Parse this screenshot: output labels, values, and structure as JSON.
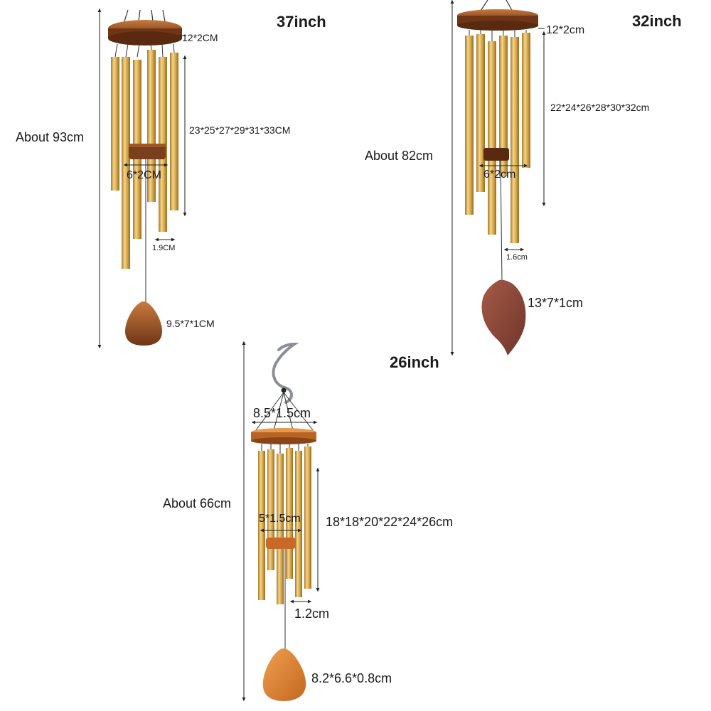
{
  "chimes": [
    {
      "title": "37inch",
      "overall": "About 93cm",
      "top": "12*2CM",
      "tubes": "23*25*27*29*31*33CM",
      "striker": "6*2CM",
      "diameter": "1.9CM",
      "sail": "9.5*7*1CM"
    },
    {
      "title": "32inch",
      "overall": "About 82cm",
      "top": "12*2cm",
      "tubes": "22*24*26*28*30*32cm",
      "striker": "6*2cm",
      "diameter": "1.6cm",
      "sail": "13*7*1cm"
    },
    {
      "title": "26inch",
      "overall": "About 66cm",
      "top": "8.5*1.5cm",
      "tubes": "18*18*20*22*24*26cm",
      "striker": "5*1.5cm",
      "diameter": "1.2cm",
      "sail": "8.2*6.6*0.8cm"
    }
  ],
  "colors": {
    "tube": "#d9a94a",
    "tube_light": "#f3d68a",
    "tube_dark": "#a8782a",
    "wood": "#8a4a22",
    "wood_light": "#c87a3e",
    "maple": "#e08a3a",
    "leaf": "#8b4a3c",
    "line": "#222222"
  }
}
